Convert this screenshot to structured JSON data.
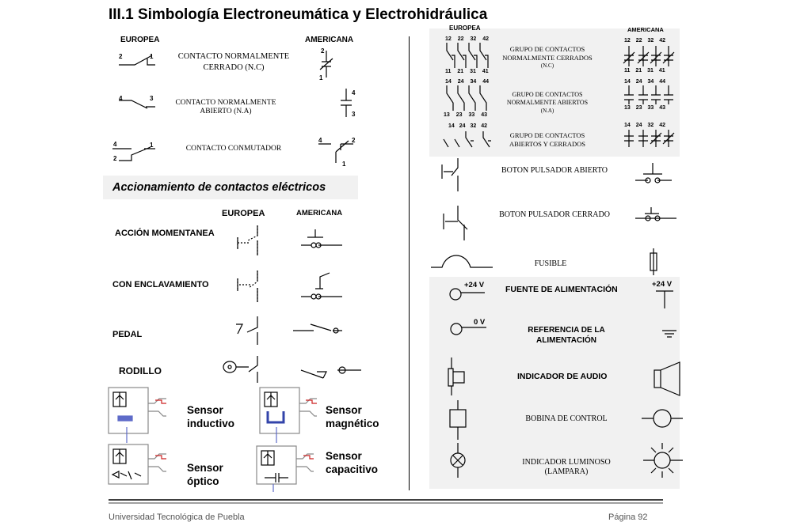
{
  "title": "III.1 Simbología Electroneumática y Electrohidráulica",
  "left_top": {
    "header_europea": "EUROPEA",
    "header_americana": "AMERICANA",
    "nc_label": [
      "CONTACTO NORMALMENTE",
      "CERRADO (N.C)"
    ],
    "na_label": [
      "CONTACTO NORMALMENTE",
      "ABIERTO (N.A)"
    ],
    "conmutador_label": "CONTACTO CONMUTADOR",
    "nums": {
      "two": "2",
      "one": "1",
      "four": "4",
      "three": "3"
    }
  },
  "accionamiento": {
    "title": "Accionamiento de contactos eléctricos",
    "header_europea": "EUROPEA",
    "header_americana": "AMERICANA",
    "rows": [
      "ACCIÓN MOMENTANEA",
      "CON ENCLAVAMIENTO",
      "PEDAL",
      "RODILLO"
    ]
  },
  "sensors": {
    "inductivo": [
      "Sensor",
      "inductivo"
    ],
    "magnetico": [
      "Sensor",
      "magnético"
    ],
    "optico": [
      "Sensor",
      "óptico"
    ],
    "capacitivo": [
      "Sensor",
      "capacitivo"
    ]
  },
  "right": {
    "header_europea": "EUROPEA",
    "header_americana": "AMERICANA",
    "grupo_nc": [
      "GRUPO DE CONTACTOS",
      "NORMALMENTE CERRADOS",
      "(N.C)"
    ],
    "grupo_na": [
      "GRUPO DE CONTACTOS",
      "NORMALMENTE ABIERTOS",
      "(N.A)"
    ],
    "grupo_mixto": [
      "GRUPO DE CONTACTOS",
      "ABIERTOS Y CERRADOS"
    ],
    "boton_abierto": "BOTON PULSADOR ABIERTO",
    "boton_cerrado": "BOTON PULSADOR CERRADO",
    "fusible": "FUSIBLE",
    "fuente": "FUENTE DE ALIMENTACIÓN",
    "plus24": "+24 V",
    "zero_v": "0 V",
    "referencia": [
      "REFERENCIA DE LA",
      "ALIMENTACIÓN"
    ],
    "audio": "INDICADOR DE AUDIO",
    "bobina": "BOBINA DE CONTROL",
    "luminoso": [
      "INDICADOR LUMINOSO",
      "(LAMPARA)"
    ],
    "nc_top": [
      "12",
      "22",
      "32",
      "42"
    ],
    "nc_bottom": [
      "11",
      "21",
      "31",
      "41"
    ],
    "na_top": [
      "14",
      "24",
      "34",
      "44"
    ],
    "na_bottom": [
      "13",
      "23",
      "33",
      "43"
    ],
    "mix_top": [
      "14",
      "24",
      "32",
      "42"
    ]
  },
  "footer": {
    "left": "Universidad Tecnológica de Puebla",
    "right": "Página 92"
  }
}
